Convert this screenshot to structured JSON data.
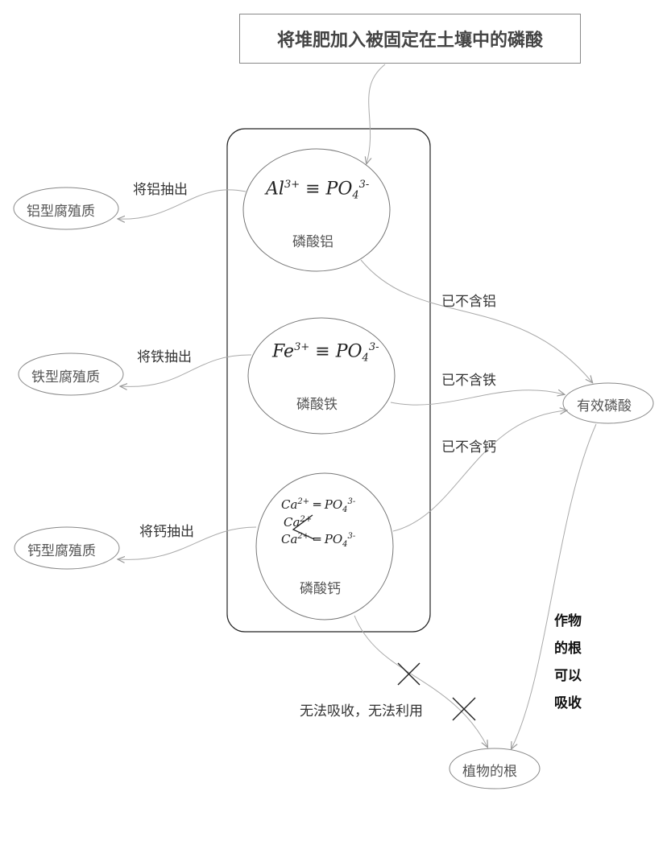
{
  "title": "将堆肥加入被固定在土壤中的磷酸",
  "compounds": {
    "al": {
      "name": "磷酸铝",
      "ion": "Al",
      "ion_charge": "3+",
      "anion": "PO",
      "anion_sub": "4",
      "anion_charge": "3-"
    },
    "fe": {
      "name": "磷酸铁",
      "ion": "Fe",
      "ion_charge": "3+",
      "anion": "PO",
      "anion_sub": "4",
      "anion_charge": "3-"
    },
    "ca": {
      "name": "磷酸钙",
      "ion": "Ca",
      "ion_charge": "2+",
      "anion": "PO",
      "anion_sub": "4",
      "anion_charge": "3-"
    }
  },
  "humus": {
    "al": "铝型腐殖质",
    "fe": "铁型腐殖质",
    "ca": "钙型腐殖质"
  },
  "extract_labels": {
    "al": "将铝抽出",
    "fe": "将铁抽出",
    "ca": "将钙抽出"
  },
  "free_labels": {
    "al": "已不含铝",
    "fe": "已不含铁",
    "ca": "已不含钙"
  },
  "effective_phosphate": "有效磷酸",
  "plant_root": "植物的根",
  "absorb_label": [
    "作物",
    "的根",
    "可以",
    "吸收"
  ],
  "not_usable": "无法吸收，无法利用"
}
